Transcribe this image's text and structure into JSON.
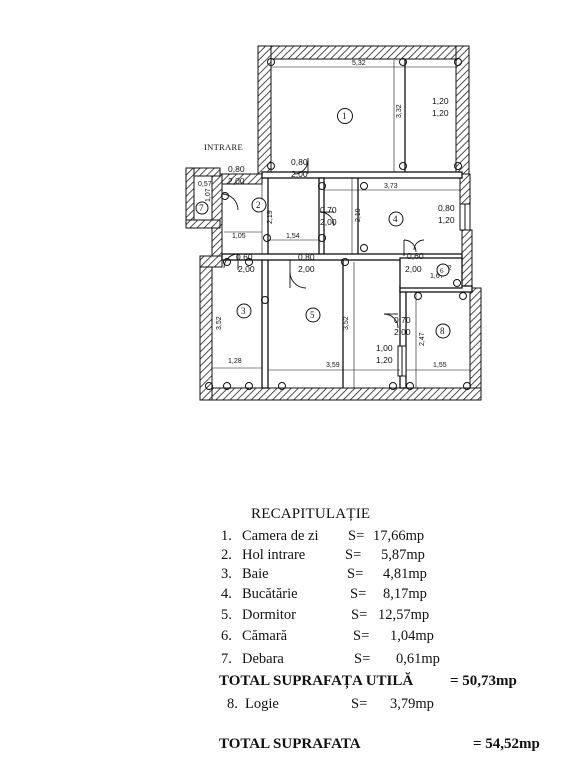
{
  "plan": {
    "entry_label": "INTRARE",
    "room_numbers": [
      "1",
      "2",
      "3",
      "4",
      "5",
      "6",
      "7",
      "8"
    ],
    "dimensions": {
      "living_width": "5,32",
      "living_height": "3,32",
      "living_window_a": "1,20",
      "living_window_b": "1,20",
      "entry_door_a": "0,80",
      "entry_door_b": "2,00",
      "hall_door_a": "0,80",
      "hall_door_b": "2,00",
      "kitchen_door_a": "0,70",
      "kitchen_door_b": "2,00",
      "hall_left": "1,05",
      "hall_right": "1,54",
      "hall_height": "2,19",
      "kitchen_width": "3,73",
      "kitchen_height": "2,19",
      "kitchen_window_a": "0,80",
      "kitchen_window_b": "1,20",
      "bath_door_a": "0,60",
      "bath_door_b": "2,00",
      "bedroom_door_a": "0,80",
      "bedroom_door_b": "2,00",
      "pantry_door_a": "0,60",
      "pantry_door_b": "2,00",
      "pantry_small": "0,62",
      "pantry_h": "1,67",
      "closet_a": "0,57",
      "closet_b": "1,07",
      "bath_height": "3,52",
      "bath_width": "1,28",
      "bedroom_height": "3,52",
      "bedroom_width": "3,59",
      "logia_door_a": "0,70",
      "logia_door_b": "2,00",
      "bedroom_window_a": "1,00",
      "bedroom_window_b": "1,20",
      "logia_height": "2,47",
      "logia_width": "1,55"
    }
  },
  "recap": {
    "title": "RECAPITULAȚIE",
    "rooms": [
      {
        "num": "1.",
        "name": "Camera de zi",
        "s": "S=",
        "value": "17,66mp"
      },
      {
        "num": "2.",
        "name": "Hol  intrare",
        "s": "S=",
        "value": "5,87mp"
      },
      {
        "num": "3.",
        "name": "Baie",
        "s": "S=",
        "value": "4,81mp"
      },
      {
        "num": "4.",
        "name": "Bucătărie",
        "s": "S=",
        "value": "8,17mp"
      },
      {
        "num": "5.",
        "name": "Dormitor",
        "s": "S=",
        "value": "12,57mp"
      },
      {
        "num": "6.",
        "name": "Cămară",
        "s": "S=",
        "value": "1,04mp"
      },
      {
        "num": "7.",
        "name": "Debara",
        "s": "S=",
        "value": "0,61mp"
      }
    ],
    "total_util_label": "TOTAL SUPRAFAȚA UTILĂ",
    "total_util_value": "= 50,73mp",
    "logia": {
      "num": "8.",
      "name": "Logie",
      "s": "S=",
      "value": "3,79mp"
    },
    "total_label": "TOTAL SUPRAFATA",
    "total_value": "= 54,52mp"
  }
}
